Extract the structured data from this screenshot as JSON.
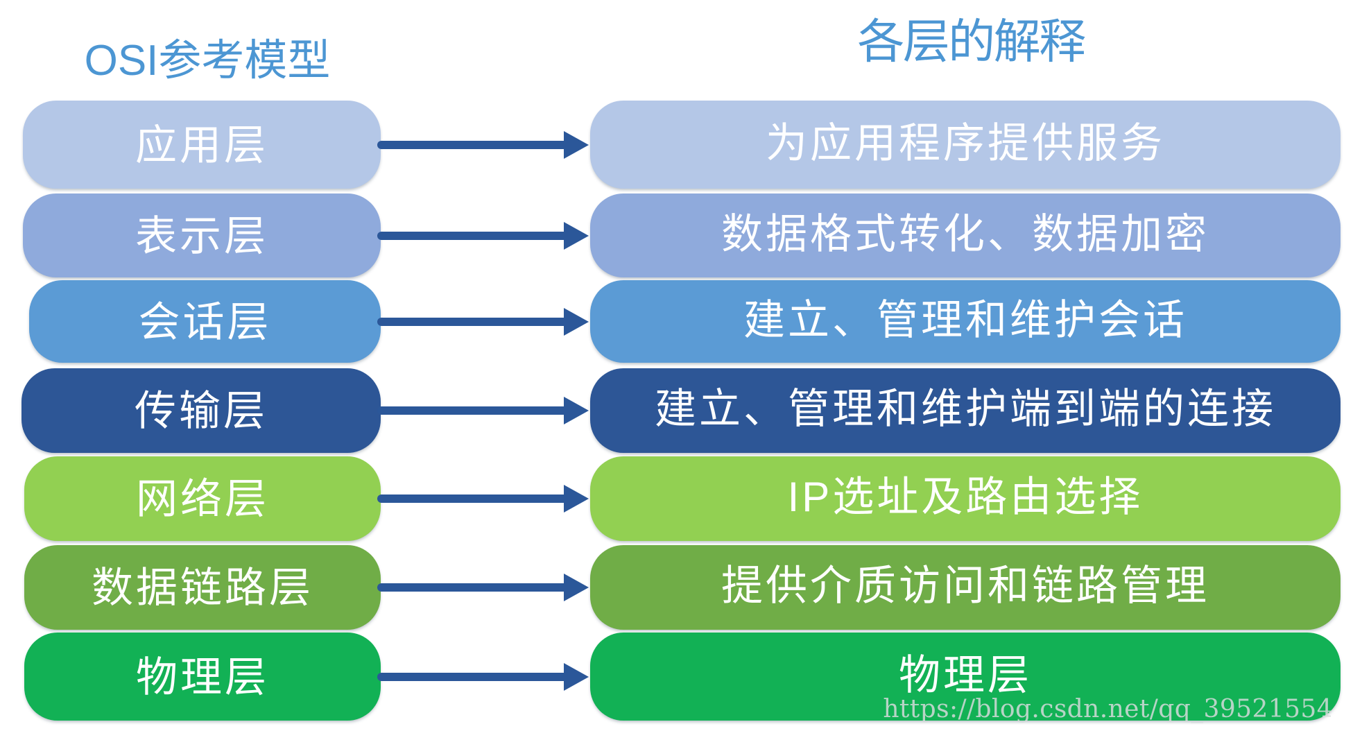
{
  "titles": {
    "left": {
      "text": "OSI参考模型",
      "color": "#4c96d3"
    },
    "right": {
      "text": "各层的解释",
      "color": "#4c96d3"
    }
  },
  "rows": [
    {
      "layer": "应用层",
      "description": "为应用程序提供服务",
      "color": "#b4c7e7"
    },
    {
      "layer": "表示层",
      "description": "数据格式转化、数据加密",
      "color": "#8faadc"
    },
    {
      "layer": "会话层",
      "description": "建立、管理和维护会话",
      "color": "#5b9bd5"
    },
    {
      "layer": "传输层",
      "description": "建立、管理和维护端到端的连接",
      "color": "#2d5696"
    },
    {
      "layer": "网络层",
      "description": "IP选址及路由选择",
      "color": "#92d052"
    },
    {
      "layer": "数据链路层",
      "description": "提供介质访问和链路管理",
      "color": "#70ad47"
    },
    {
      "layer": "物理层",
      "description": "物理层",
      "color": "#12b155"
    }
  ],
  "arrow": {
    "color": "#2b5799"
  },
  "watermark": {
    "text": "https://blog.csdn.net/qq_39521554"
  }
}
